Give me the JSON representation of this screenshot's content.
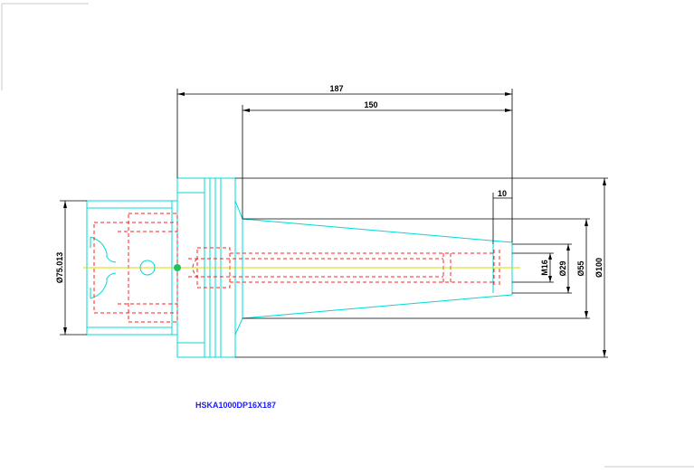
{
  "drawing": {
    "part_number": "HSKA1000DP16X187",
    "dimensions": {
      "overall_length": "187",
      "gauge_length": "150",
      "tip_length": "10",
      "flange_dia": "Ø75.013",
      "thread": "M16",
      "bore_dia": "Ø29",
      "nose_dia": "Ø55",
      "body_dia": "Ø100"
    },
    "colors": {
      "outline": "#00d8d8",
      "hidden": "#ff2020",
      "dimension": "#000000",
      "centerline": "#d8d800",
      "label": "#1a1aff"
    }
  }
}
